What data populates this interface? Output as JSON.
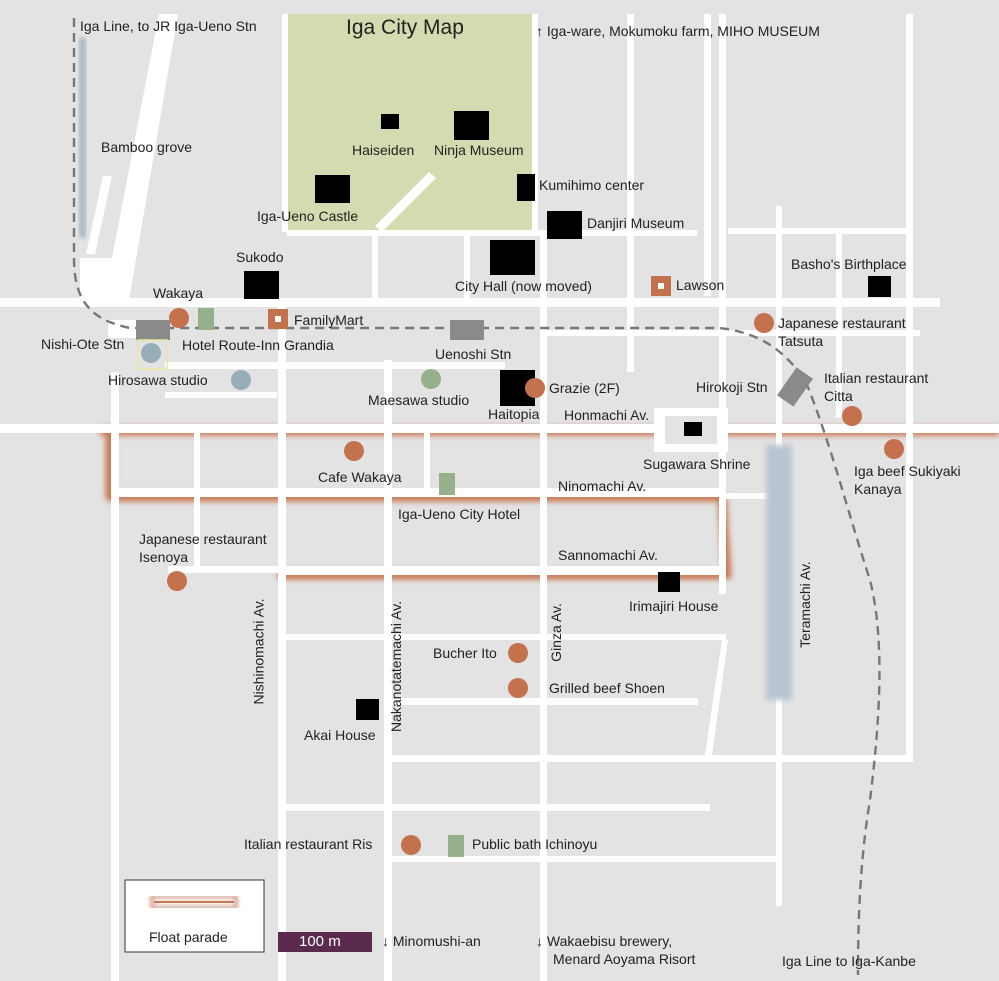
{
  "title": "Iga City Map",
  "directions": {
    "north_rail": "Iga Line, to JR Iga-Ueno Stn",
    "north": "↑  Iga-ware, Mokumoku farm, MIHO MUSEUM",
    "south_rail": "Iga Line to Iga-Kanbe",
    "south_minomushi": "↓  Minomushi-an",
    "south_wakaebisu": "↓ Wakaebisu brewery,",
    "south_menard": "Menard Aoyama Risort"
  },
  "legend": {
    "float_parade": "Float parade"
  },
  "scale": {
    "label": "100 m"
  },
  "areas": {
    "bamboo_grove": "Bamboo grove"
  },
  "stations": {
    "nishi_ote": "Nishi-Ote Stn",
    "uenoshi": "Uenoshi Stn",
    "hirokoji": "Hirokoji Stn"
  },
  "streets": {
    "honmachi": "Honmachi Av.",
    "ninomachi": "Ninomachi Av.",
    "sannomachi": "Sannomachi Av.",
    "nishinomachi": "Nishinomachi Av.",
    "nakanotatemachi": "Nakanotatemachi Av.",
    "ginza": "Ginza Av.",
    "teramachi": "Teramachi Av."
  },
  "sights": {
    "haiseiden": "Haiseiden",
    "ninja_museum": "Ninja Museum",
    "kumihimo": "Kumihimo center",
    "iga_ueno_castle": "Iga-Ueno Castle",
    "danjiri": "Danjiri Museum",
    "sukodo": "Sukodo",
    "city_hall": "City Hall (now moved)",
    "basho": "Basho's Birthplace",
    "haitopia": "Haitopia",
    "sugawara": "Sugawara Shrine",
    "irimajiri": "Irimajiri House",
    "akai": "Akai House"
  },
  "stores": {
    "familymart": "FamilyMart",
    "lawson": "Lawson"
  },
  "food": {
    "wakaya": "Wakaya",
    "tatsuta_1": "Japanese restaurant",
    "tatsuta_2": "Tatsuta",
    "grazie": "Grazie (2F)",
    "citta_1": "Italian restaurant",
    "citta_2": "Citta",
    "kanaya_1": "Iga beef Sukiyaki",
    "kanaya_2": "Kanaya",
    "cafe_wakaya": "Cafe Wakaya",
    "isenoya_1": "Japanese restaurant",
    "isenoya_2": "Isenoya",
    "bucher_ito": "Bucher Ito",
    "shoen": "Grilled beef Shoen",
    "ris": "Italian restaurant  Ris"
  },
  "lodging": {
    "route_inn": "Hotel Route-Inn Grandia",
    "iga_ueno_hotel": "Iga-Ueno City Hotel",
    "ichinoyu": "Public bath Ichinoyu"
  },
  "studios": {
    "hirosawa": "Hirosawa studio",
    "maesawa": "Maesawa studio"
  },
  "colors": {
    "background": "#e3e3e3",
    "road": "#ffffff",
    "park": "#d3dcb0",
    "float_parade": "#c8764f",
    "sight": "#000000",
    "restaurant": "#c4714d",
    "hotel": "#96b089",
    "studio": "#97aeb8",
    "station": "#8a8a8a",
    "store": "#c4714d",
    "scale_bar": "#5b2b4f",
    "rail": "#777777"
  }
}
